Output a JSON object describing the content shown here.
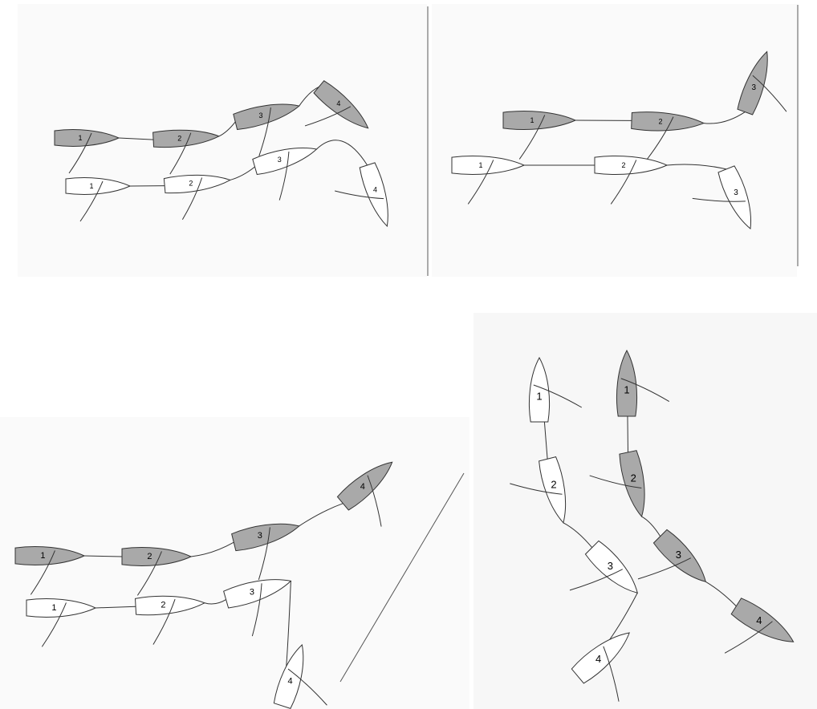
{
  "colors": {
    "filled_hull": "#a9a9a9",
    "open_hull": "#ffffff",
    "outline": "#333333",
    "panel_bg": "#fafafa"
  },
  "panels": [
    {
      "id": "panel-1",
      "gray_chain": [
        "1",
        "2",
        "3",
        "4"
      ],
      "white_chain": [
        "1",
        "2",
        "3",
        "4"
      ]
    },
    {
      "id": "panel-2",
      "gray_chain": [
        "1",
        "2",
        "3"
      ],
      "white_chain": [
        "1",
        "2",
        "3"
      ]
    },
    {
      "id": "panel-3",
      "gray_chain": [
        "1",
        "2",
        "3",
        "4"
      ],
      "white_chain": [
        "1",
        "2",
        "3",
        "4"
      ]
    },
    {
      "id": "panel-4",
      "gray_chain": [
        "1",
        "2",
        "3",
        "4"
      ],
      "white_chain": [
        "1",
        "2",
        "3",
        "4"
      ]
    }
  ]
}
